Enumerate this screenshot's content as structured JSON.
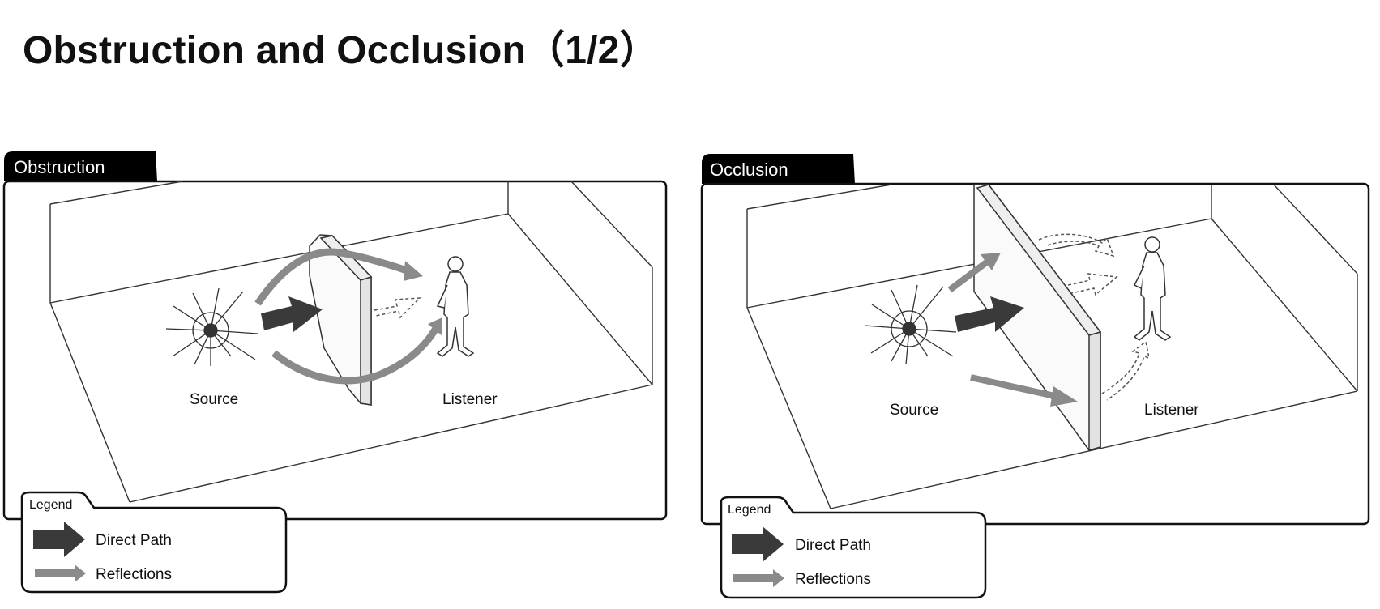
{
  "title": "Obstruction and Occlusion（1/2）",
  "panels": {
    "obstruction": {
      "tab": "Obstruction",
      "source_label": "Source",
      "listener_label": "Listener"
    },
    "occlusion": {
      "tab": "Occlusion",
      "source_label": "Source",
      "listener_label": "Listener"
    }
  },
  "legend": {
    "title": "Legend",
    "direct": "Direct Path",
    "reflections": "Reflections"
  },
  "colors": {
    "direct_arrow": "#3a3a3a",
    "reflection_arrow": "#8a8a8a",
    "tab_bg": "#000000",
    "line": "#222222"
  }
}
